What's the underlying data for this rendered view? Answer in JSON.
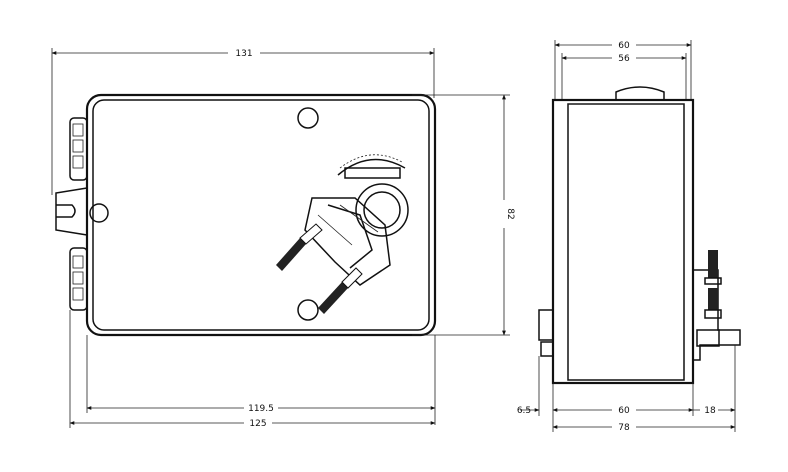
{
  "drawing": {
    "front_view": {
      "dim_top": "131",
      "dim_height": "82",
      "dim_bottom_inner": "119.5",
      "dim_bottom_outer": "125"
    },
    "side_view": {
      "dim_top_outer": "60",
      "dim_top_inner": "56",
      "dim_left": "6.5",
      "dim_middle": "60",
      "dim_right": "18",
      "dim_total": "78"
    }
  }
}
